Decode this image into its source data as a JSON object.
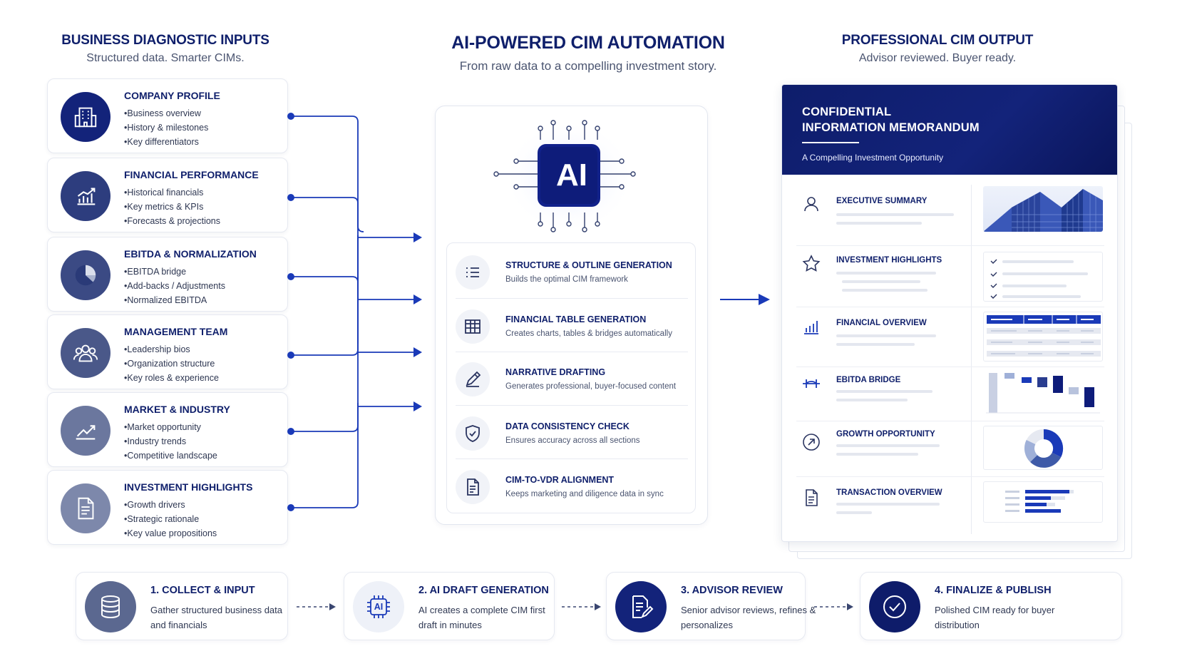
{
  "headers": {
    "left": {
      "title": "BUSINESS DIAGNOSTIC INPUTS",
      "subtitle": "Structured data. Smarter CIMs."
    },
    "middle": {
      "title": "AI-POWERED CIM AUTOMATION",
      "subtitle": "From raw data to a compelling investment story."
    },
    "right": {
      "title": "PROFESSIONAL CIM OUTPUT",
      "subtitle": "Advisor reviewed. Buyer ready."
    }
  },
  "inputs": [
    {
      "title": "COMPANY PROFILE",
      "icon": "building-icon",
      "bullets": [
        "Business overview",
        "History & milestones",
        "Key differentiators"
      ]
    },
    {
      "title": "FINANCIAL PERFORMANCE",
      "icon": "bar-chart-up-icon",
      "bullets": [
        "Historical financials",
        "Key metrics & KPIs",
        "Forecasts & projections"
      ]
    },
    {
      "title": "EBITDA & NORMALIZATION",
      "icon": "pie-chart-icon",
      "bullets": [
        "EBITDA bridge",
        "Add-backs / Adjustments",
        "Normalized EBITDA"
      ]
    },
    {
      "title": "MANAGEMENT TEAM",
      "icon": "people-icon",
      "bullets": [
        "Leadership bios",
        "Organization structure",
        "Key roles & experience"
      ]
    },
    {
      "title": "MARKET & INDUSTRY",
      "icon": "trend-up-icon",
      "bullets": [
        "Market opportunity",
        "Industry trends",
        "Competitive landscape"
      ]
    },
    {
      "title": "INVESTMENT HIGHLIGHTS",
      "icon": "document-icon",
      "bullets": [
        "Growth drivers",
        "Strategic rationale",
        "Key value propositions"
      ]
    }
  ],
  "ai": {
    "chip_label": "AI",
    "steps": [
      {
        "title": "STRUCTURE & OUTLINE GENERATION",
        "desc": "Builds the optimal CIM framework",
        "icon": "list-icon"
      },
      {
        "title": "FINANCIAL TABLE GENERATION",
        "desc": "Creates charts, tables & bridges automatically",
        "icon": "table-icon"
      },
      {
        "title": "NARRATIVE DRAFTING",
        "desc": "Generates professional, buyer-focused content",
        "icon": "pen-icon"
      },
      {
        "title": "DATA CONSISTENCY CHECK",
        "desc": "Ensures accuracy across all sections",
        "icon": "shield-check-icon"
      },
      {
        "title": "CIM-TO-VDR ALIGNMENT",
        "desc": "Keeps marketing and diligence data in sync",
        "icon": "file-icon"
      }
    ]
  },
  "document": {
    "title_line1": "CONFIDENTIAL",
    "title_line2": "INFORMATION MEMORANDUM",
    "tagline": "A Compelling Investment Opportunity",
    "sections": [
      {
        "title": "EXECUTIVE SUMMARY",
        "icon": "person-icon"
      },
      {
        "title": "INVESTMENT HIGHLIGHTS",
        "icon": "star-icon"
      },
      {
        "title": "FINANCIAL OVERVIEW",
        "icon": "bar-chart-icon"
      },
      {
        "title": "EBITDA BRIDGE",
        "icon": "bridge-icon"
      },
      {
        "title": "GROWTH OPPORTUNITY",
        "icon": "arrow-circle-icon"
      },
      {
        "title": "TRANSACTION OVERVIEW",
        "icon": "document-list-icon"
      }
    ]
  },
  "process": [
    {
      "title": "1. COLLECT & INPUT",
      "desc": "Gather structured business data and financials",
      "icon": "database-icon"
    },
    {
      "title": "2. AI DRAFT GENERATION",
      "desc": "AI creates a complete CIM first draft in minutes",
      "icon": "ai-chip-icon",
      "icon_label": "AI"
    },
    {
      "title": "3. ADVISOR REVIEW",
      "desc": "Senior advisor reviews, refines & personalizes",
      "icon": "edit-document-icon"
    },
    {
      "title": "4. FINALIZE & PUBLISH",
      "desc": "Polished CIM ready for buyer distribution",
      "icon": "check-circle-icon"
    }
  ],
  "colors": {
    "navy": "#0f1f6b",
    "blue": "#1a3ab8",
    "slate": "#5a6a94",
    "light": "#f1f3f8"
  }
}
